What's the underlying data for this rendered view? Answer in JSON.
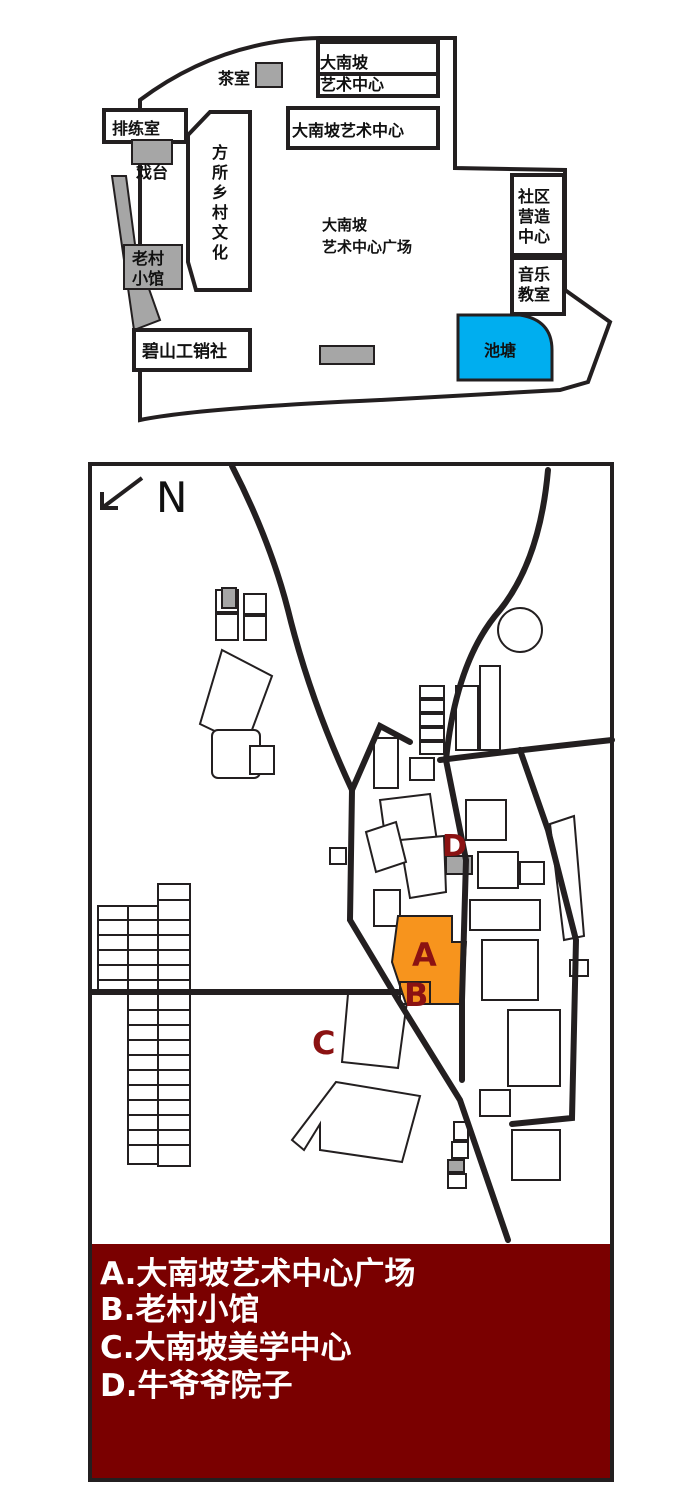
{
  "floor_plan": {
    "rooms": {
      "tea_room": "茶室",
      "art_center_top_1": "大南坡",
      "art_center_top_2": "艺术中心",
      "art_center_main": "大南坡艺术中心",
      "rehearsal_room": "排练室",
      "stage": "戏台",
      "fangsuo_1": "方",
      "fangsuo_2": "所",
      "fangsuo_3": "乡",
      "fangsuo_4": "村",
      "fangsuo_5": "文",
      "fangsuo_6": "化",
      "square_1": "大南坡",
      "square_2": "艺术中心广场",
      "community_1": "社区",
      "community_2": "营造",
      "community_3": "中心",
      "music_1": "音乐",
      "music_2": "教室",
      "old_village_1": "老村",
      "old_village_2": "小馆",
      "pond": "池塘",
      "bishan": "碧山工销社"
    },
    "colors": {
      "pond": "#00aeef",
      "gray_block": "#a6a6a6",
      "outline": "#231f20"
    }
  },
  "site_map": {
    "north_label": "N",
    "markers": {
      "a": "A",
      "b": "B",
      "c": "C",
      "d": "D"
    },
    "colors": {
      "highlight": "#f7941d",
      "marker": "#8b1212",
      "road": "#231f20"
    }
  },
  "legend": {
    "background": "#7a0000",
    "items": [
      "A.大南坡艺术中心广场",
      "B.老村小馆",
      "C.大南坡美学中心",
      "D.牛爷爷院子"
    ]
  }
}
